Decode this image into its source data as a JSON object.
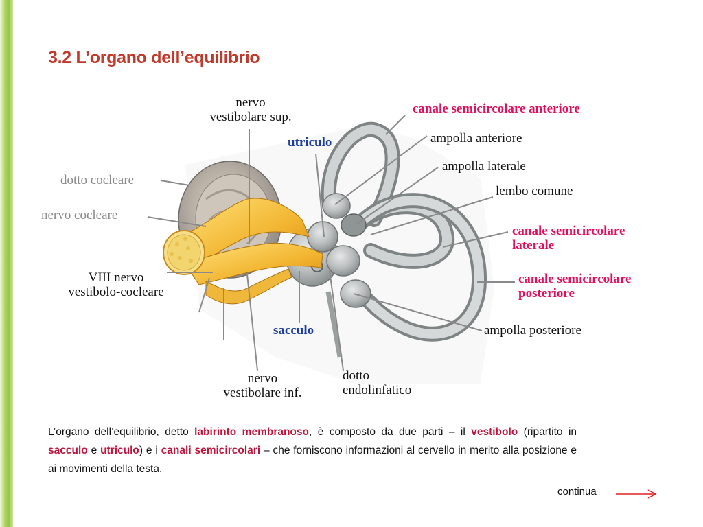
{
  "title": "3.2 L’organo dell’equilibrio",
  "labels": {
    "nervo_vestibolare_sup_1": "nervo",
    "nervo_vestibolare_sup_2": "vestibolare sup.",
    "canale_anteriore": "canale semicircolare  anteriore",
    "utricolo": "utriculo",
    "ampolla_anteriore": "ampolla anteriore",
    "ampolla_laterale": "ampolla laterale",
    "dotto_cocleare": "dotto cocleare",
    "lembo_comune": "lembo comune",
    "nervo_cocleare": "nervo cocleare",
    "canale_laterale_1": "canale semicircolare",
    "canale_laterale_2": "laterale",
    "viii_nervo_1": "VIII nervo",
    "viii_nervo_2": "vestibolo-cocleare",
    "canale_posteriore_1": "canale semicircolare",
    "canale_posteriore_2": "posteriore",
    "sacculo": "sacculo",
    "ampolla_posteriore": "ampolla posteriore",
    "nervo_vestibolare_inf_1": "nervo",
    "nervo_vestibolare_inf_2": "vestibolare inf.",
    "dotto_endolinfatico_1": "dotto",
    "dotto_endolinfatico_2": "endolinfatico"
  },
  "caption": {
    "t1": "L’organo dell’equilibrio, detto ",
    "h1": "labirinto membranoso",
    "t2": ", è composto da due parti – il ",
    "h2": "vestibolo",
    "t3": " (ripartito in ",
    "h3": "sacculo",
    "t4": " e ",
    "h4": "utriculo",
    "t5": ") e i ",
    "h5": "canali semicircolari",
    "t6": " – che forniscono informazioni al cervello in merito alla posizione  e ai movimenti della testa."
  },
  "continua": "continua",
  "colors": {
    "title": "#c0392b",
    "highlight": "#c0143c",
    "label_pink": "#e0105e",
    "label_blue": "#1b3fa0",
    "label_grey": "#8a8a8a",
    "sidebar_green": "#94c441"
  }
}
